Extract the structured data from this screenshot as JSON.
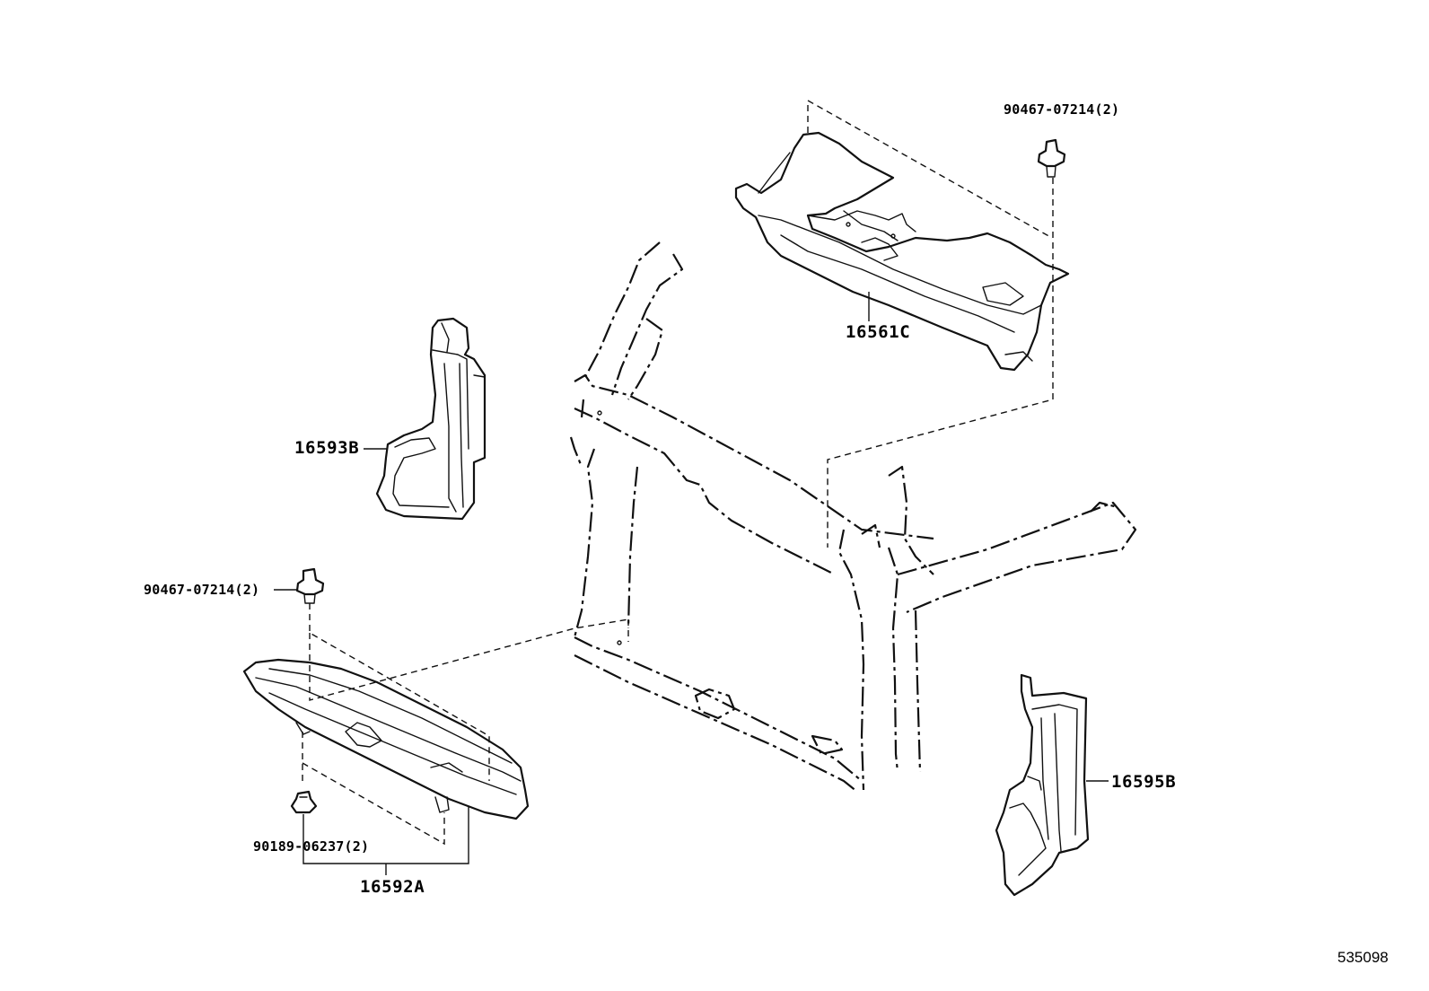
{
  "diagram": {
    "parts": {
      "seal_upper": {
        "number": "16561C"
      },
      "seal_left": {
        "number": "16593B"
      },
      "seal_right": {
        "number": "16595B"
      },
      "seal_lower": {
        "number": "16592A"
      },
      "clip_upper": {
        "number": "90467-07214(2)"
      },
      "clip_left": {
        "number": "90467-07214(2)"
      },
      "clip_lower": {
        "number": "90189-06237(2)"
      }
    },
    "reference_number": "535098"
  }
}
